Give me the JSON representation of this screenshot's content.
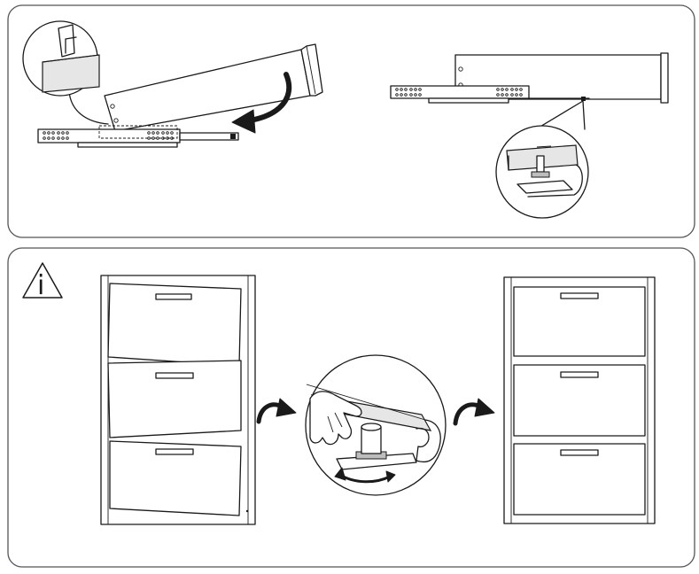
{
  "panels": {
    "top": {
      "name": "drawer-mounting-step"
    },
    "bottom": {
      "name": "drawer-adjustment-step"
    }
  },
  "info_icon": {
    "glyph": "i",
    "icon": "warning-triangle-info-icon"
  },
  "colors": {
    "line": "#1a1a1a",
    "panel_border": "#555555",
    "fill_light": "#e6e6e6",
    "fill_mid": "#bdbdbd"
  }
}
